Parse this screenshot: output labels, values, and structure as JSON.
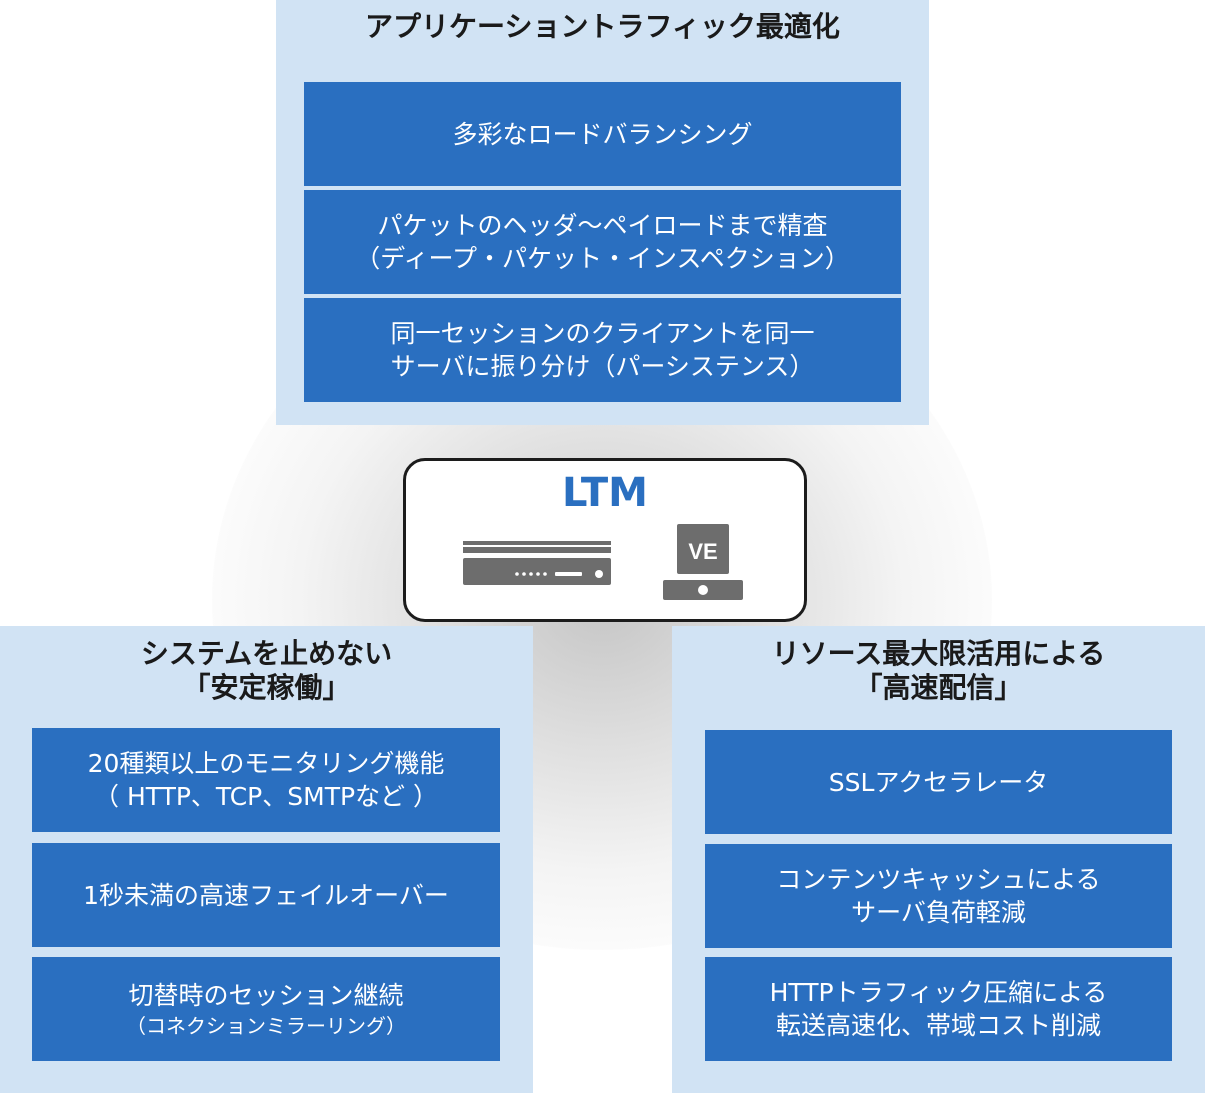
{
  "top_panel": {
    "title": "アプリケーショントラフィック最適化",
    "items": [
      {
        "lines": [
          "多彩なロードバランシング"
        ]
      },
      {
        "lines": [
          "パケットのヘッダ〜ペイロードまで精査",
          "（ディープ・パケット・インスペクション）"
        ]
      },
      {
        "lines": [
          "同一セッションのクライアントを同一",
          "サーバに振り分け（パーシステンス）"
        ]
      }
    ]
  },
  "center": {
    "title": "LTM",
    "ve_label": "VE"
  },
  "left_panel": {
    "title_lines": [
      "システムを止めない",
      "「安定稼働」"
    ],
    "items": [
      {
        "lines": [
          "20種類以上のモニタリング機能",
          "（ HTTP、TCP、SMTPなど ）"
        ]
      },
      {
        "lines": [
          "1秒未満の高速フェイルオーバー"
        ]
      },
      {
        "lines": [
          "切替時のセッション継続"
        ],
        "sub": "（コネクションミラーリング）"
      }
    ]
  },
  "right_panel": {
    "title_lines": [
      "リソース最大限活用による",
      "「高速配信」"
    ],
    "items": [
      {
        "lines": [
          "SSLアクセラレータ"
        ]
      },
      {
        "lines": [
          "コンテンツキャッシュによる",
          "サーバ負荷軽減"
        ]
      },
      {
        "lines": [
          "HTTPトラフィック圧縮による",
          "転送高速化、帯域コスト削減"
        ]
      }
    ]
  },
  "colors": {
    "panel_bg": "#d1e3f4",
    "item_bg": "#2a6fc0",
    "item_text": "#ffffff",
    "ltm_title": "#2a6fc0",
    "device_gray": "#6d6d6d"
  }
}
